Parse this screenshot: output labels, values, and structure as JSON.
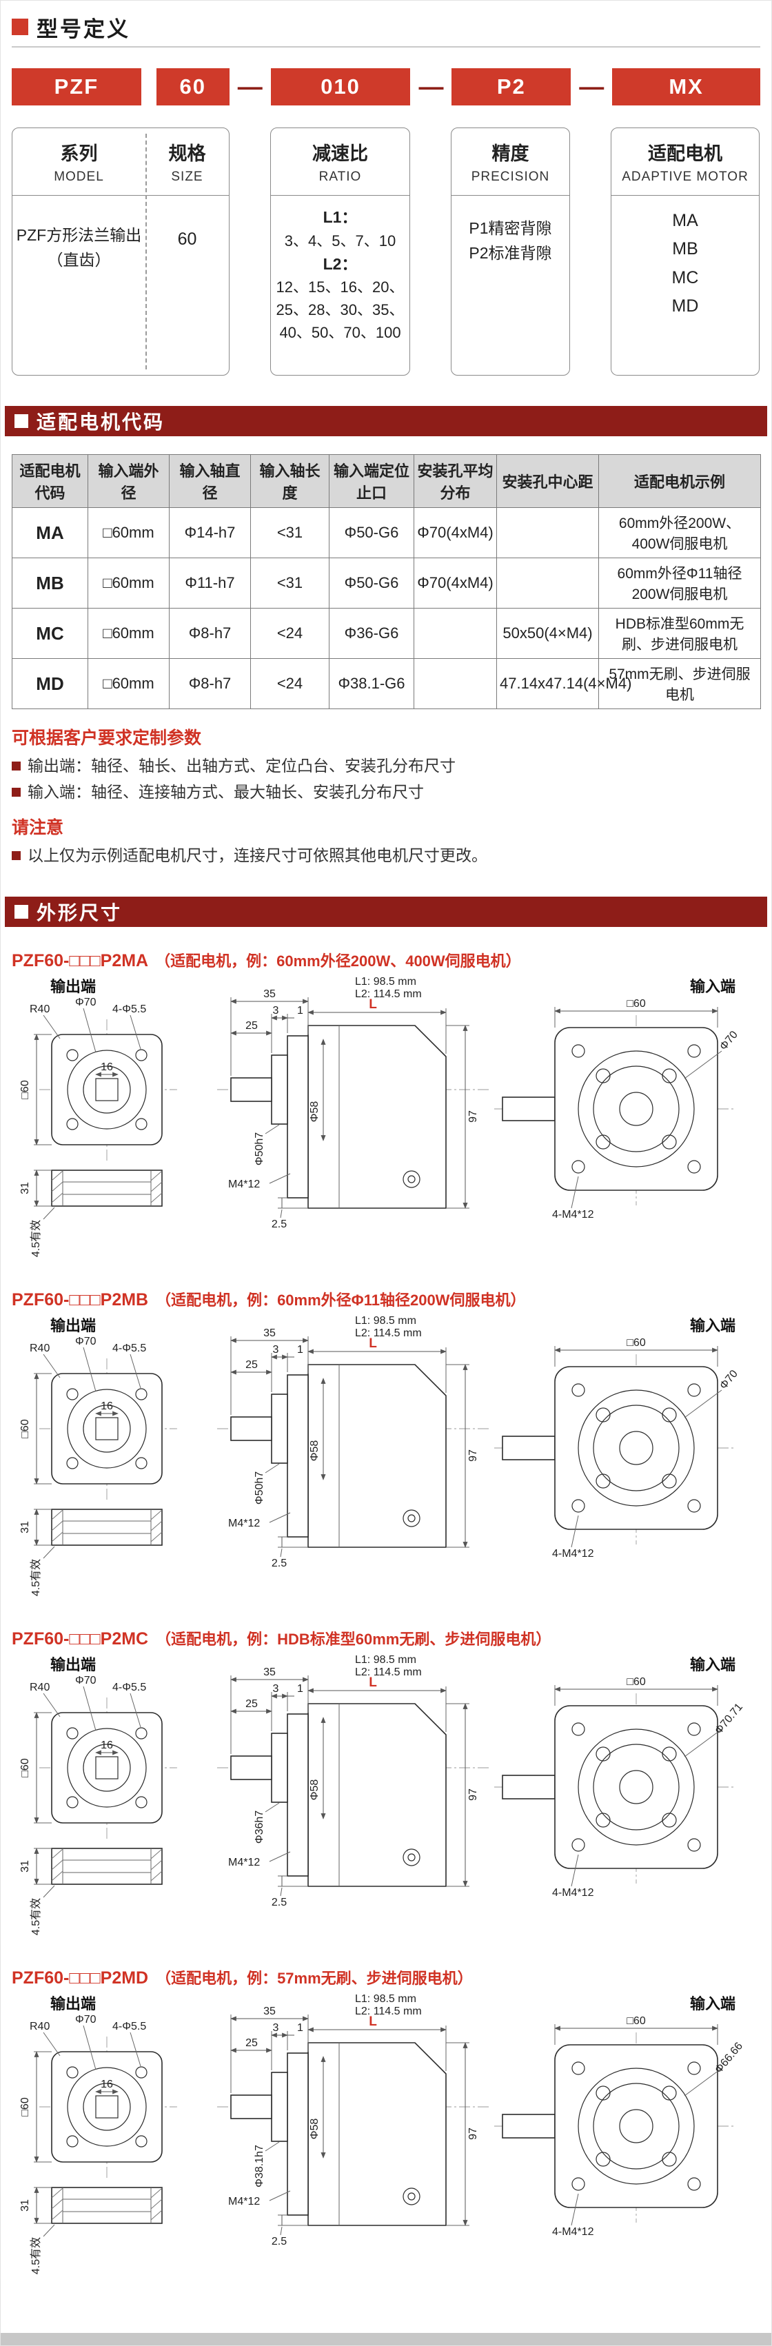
{
  "sections": {
    "model_definition": "型号定义",
    "motor_codes": "适配电机代码",
    "dimensions": "外形尺寸"
  },
  "colors": {
    "accent_red": "#cf3a2a",
    "bar_maroon": "#8e1d18",
    "note_red": "#d03224"
  },
  "model_code": {
    "boxes": [
      "PZF",
      "60",
      "010",
      "P2",
      "MX"
    ],
    "separator": "—"
  },
  "descriptors": {
    "series": {
      "cn": "系列",
      "en": "MODEL",
      "line1": "PZF方形法兰输出",
      "line2": "（直齿）"
    },
    "size": {
      "cn": "规格",
      "en": "SIZE",
      "value": "60"
    },
    "ratio": {
      "cn": "减速比",
      "en": "RATIO",
      "l1_label": "L1：",
      "l1_values": "3、4、5、7、10",
      "l2_label": "L2：",
      "l2_lines": [
        "12、15、16、20、",
        "25、28、30、35、",
        "40、50、70、100"
      ]
    },
    "precision": {
      "cn": "精度",
      "en": "PRECISION",
      "lines": [
        "P1精密背隙",
        "P2标准背隙"
      ]
    },
    "motor": {
      "cn": "适配电机",
      "en": "ADAPTIVE MOTOR",
      "options": [
        "MA",
        "MB",
        "MC",
        "MD"
      ]
    }
  },
  "motor_table": {
    "headers": [
      "适配电机代码",
      "输入端外径",
      "输入轴直径",
      "输入轴长度",
      "输入端定位止口",
      "安装孔平均分布",
      "安装孔中心距",
      "适配电机示例"
    ],
    "rows": [
      [
        "MA",
        "□60mm",
        "Φ14-h7",
        "<31",
        "Φ50-G6",
        "Φ70(4xM4)",
        "",
        "60mm外径200W、400W伺服电机"
      ],
      [
        "MB",
        "□60mm",
        "Φ11-h7",
        "<31",
        "Φ50-G6",
        "Φ70(4xM4)",
        "",
        "60mm外径Φ11轴径200W伺服电机"
      ],
      [
        "MC",
        "□60mm",
        "Φ8-h7",
        "<24",
        "Φ36-G6",
        "",
        "50x50(4×M4)",
        "HDB标准型60mm无刷、步进伺服电机"
      ],
      [
        "MD",
        "□60mm",
        "Φ8-h7",
        "<24",
        "Φ38.1-G6",
        "",
        "47.14x47.14(4×M4)",
        "57mm无刷、步进伺服电机"
      ]
    ]
  },
  "notes": {
    "custom_title": "可根据客户要求定制参数",
    "custom_items": [
      "输出端：轴径、轴长、出轴方式、定位凸台、安装孔分布尺寸",
      "输入端：轴径、连接轴方式、最大轴长、安装孔分布尺寸"
    ],
    "attention_title": "请注意",
    "attention_items": [
      "以上仅为示例适配电机尺寸，连接尺寸可依照其他电机尺寸更改。"
    ]
  },
  "drawings": [
    {
      "title": "PZF60-□□□P2MA",
      "subtitle": "（适配电机，例：60mm外径200W、400W伺服电机）",
      "labels": {
        "output_end": "输出端",
        "input_end": "输入端",
        "r40": "R40",
        "phi70": "Φ70",
        "corner_holes": "4-Φ5.5",
        "dim16": "16",
        "square60": "□60",
        "dim31": "31",
        "effective": "4.5有效",
        "dim35": "35",
        "dim3": "3",
        "dim1": "1",
        "dim25": "25",
        "dim2_5": "2.5",
        "spigot_dia": "Φ50h7",
        "screw": "M4*12",
        "phi58": "Φ58",
        "dim97": "97",
        "l1": "L1: 98.5 mm",
        "l2": "L2: 114.5 mm",
        "l": "L",
        "input_square": "□60",
        "input_circle": "Φ70",
        "input_screws": "4-M4*12"
      }
    },
    {
      "title": "PZF60-□□□P2MB",
      "subtitle": "（适配电机，例：60mm外径Φ11轴径200W伺服电机）",
      "labels": {
        "output_end": "输出端",
        "input_end": "输入端",
        "r40": "R40",
        "phi70": "Φ70",
        "corner_holes": "4-Φ5.5",
        "dim16": "16",
        "square60": "□60",
        "dim31": "31",
        "effective": "4.5有效",
        "dim35": "35",
        "dim3": "3",
        "dim1": "1",
        "dim25": "25",
        "dim2_5": "2.5",
        "spigot_dia": "Φ50h7",
        "screw": "M4*12",
        "phi58": "Φ58",
        "dim97": "97",
        "l1": "L1: 98.5 mm",
        "l2": "L2: 114.5 mm",
        "l": "L",
        "input_square": "□60",
        "input_circle": "Φ70",
        "input_screws": "4-M4*12"
      }
    },
    {
      "title": "PZF60-□□□P2MC",
      "subtitle": "（适配电机，例：HDB标准型60mm无刷、步进伺服电机）",
      "labels": {
        "output_end": "输出端",
        "input_end": "输入端",
        "r40": "R40",
        "phi70": "Φ70",
        "corner_holes": "4-Φ5.5",
        "dim16": "16",
        "square60": "□60",
        "dim31": "31",
        "effective": "4.5有效",
        "dim35": "35",
        "dim3": "3",
        "dim1": "1",
        "dim25": "25",
        "dim2_5": "2.5",
        "spigot_dia": "Φ36h7",
        "screw": "M4*12",
        "phi58": "Φ58",
        "dim97": "97",
        "l1": "L1: 98.5 mm",
        "l2": "L2: 114.5 mm",
        "l": "L",
        "input_square": "□60",
        "input_circle": "Φ70.71",
        "input_screws": "4-M4*12"
      }
    },
    {
      "title": "PZF60-□□□P2MD",
      "subtitle": "（适配电机，例：57mm无刷、步进伺服电机）",
      "labels": {
        "output_end": "输出端",
        "input_end": "输入端",
        "r40": "R40",
        "phi70": "Φ70",
        "corner_holes": "4-Φ5.5",
        "dim16": "16",
        "square60": "□60",
        "dim31": "31",
        "effective": "4.5有效",
        "dim35": "35",
        "dim3": "3",
        "dim1": "1",
        "dim25": "25",
        "dim2_5": "2.5",
        "spigot_dia": "Φ38.1h7",
        "screw": "M4*12",
        "phi58": "Φ58",
        "dim97": "97",
        "l1": "L1: 98.5 mm",
        "l2": "L2: 114.5 mm",
        "l": "L",
        "input_square": "□60",
        "input_circle": "Φ66.66",
        "input_screws": "4-M4*12"
      }
    }
  ]
}
